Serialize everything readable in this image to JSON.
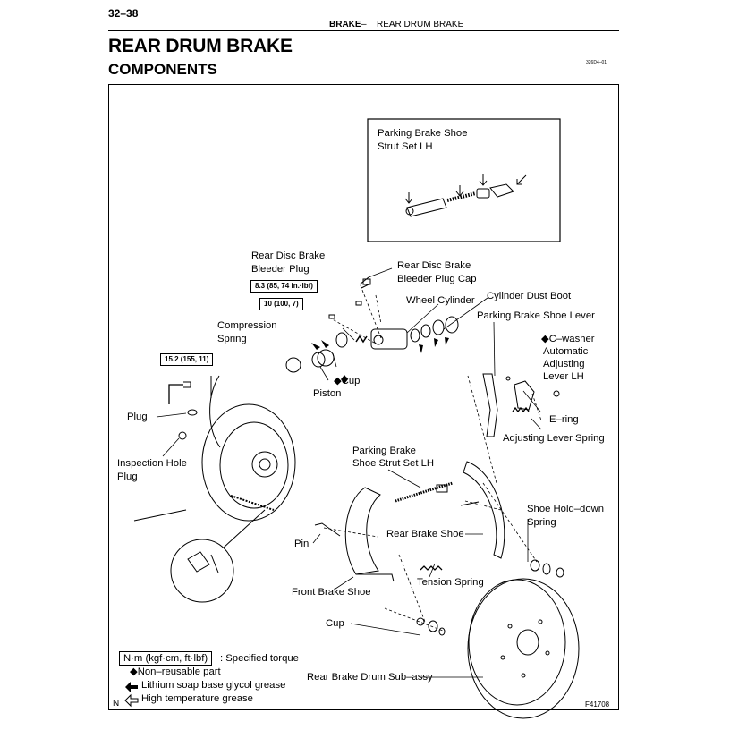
{
  "header": {
    "page_number": "32–38",
    "section": "BRAKE",
    "separator": "–",
    "subsection": "REAR DRUM BRAKE"
  },
  "title": "REAR DRUM BRAKE",
  "subtitle": "COMPONENTS",
  "figure_code_top": "326D4–01",
  "inset_label_line1": "Parking Brake Shoe",
  "inset_label_line2": "Strut Set LH",
  "labels": {
    "bleeder_plug_1": "Rear Disc Brake",
    "bleeder_plug_2": "Bleeder Plug",
    "bleeder_cap_1": "Rear Disc Brake",
    "bleeder_cap_2": "Bleeder Plug Cap",
    "wheel_cylinder": "Wheel Cylinder",
    "cylinder_dust_boot": "Cylinder Dust Boot",
    "parking_brake_shoe_lever": "Parking Brake Shoe Lever",
    "compression_spring_1": "Compression",
    "compression_spring_2": "Spring",
    "c_washer": "C–washer",
    "automatic_1": "Automatic",
    "automatic_2": "Adjusting",
    "automatic_3": "Lever LH",
    "e_ring": "E–ring",
    "adjusting_lever_spring": "Adjusting Lever Spring",
    "cup_top": "Cup",
    "piston": "Piston",
    "plug": "Plug",
    "inspection_hole_1": "Inspection  Hole",
    "inspection_hole_2": "Plug",
    "strut_set_1": "Parking Brake",
    "strut_set_2": "Shoe Strut Set LH",
    "shoe_hold_down_1": "Shoe Hold–down",
    "shoe_hold_down_2": "Spring",
    "rear_brake_shoe": "Rear Brake Shoe",
    "pin": "Pin",
    "tension_spring": "Tension Spring",
    "front_brake_shoe": "Front Brake Shoe",
    "cup_bottom": "Cup",
    "rear_brake_drum": "Rear Brake Drum Sub–assy"
  },
  "torques": {
    "bleeder": "8.3 (85, 74 in.·lbf)",
    "union": "10 (100, 7)",
    "pipe": "15.2 (155, 11)"
  },
  "legend": {
    "torque_box": "N·m (kgf·cm, ft·lbf)",
    "torque_text": ": Specified torque",
    "non_reusable": "Non–reusable part",
    "lithium": "Lithium soap base glycol grease",
    "high_temp": "High temperature grease"
  },
  "symbols": {
    "diamond": "◆"
  },
  "corner_letter": "N",
  "figure_code_bottom": "F41708"
}
